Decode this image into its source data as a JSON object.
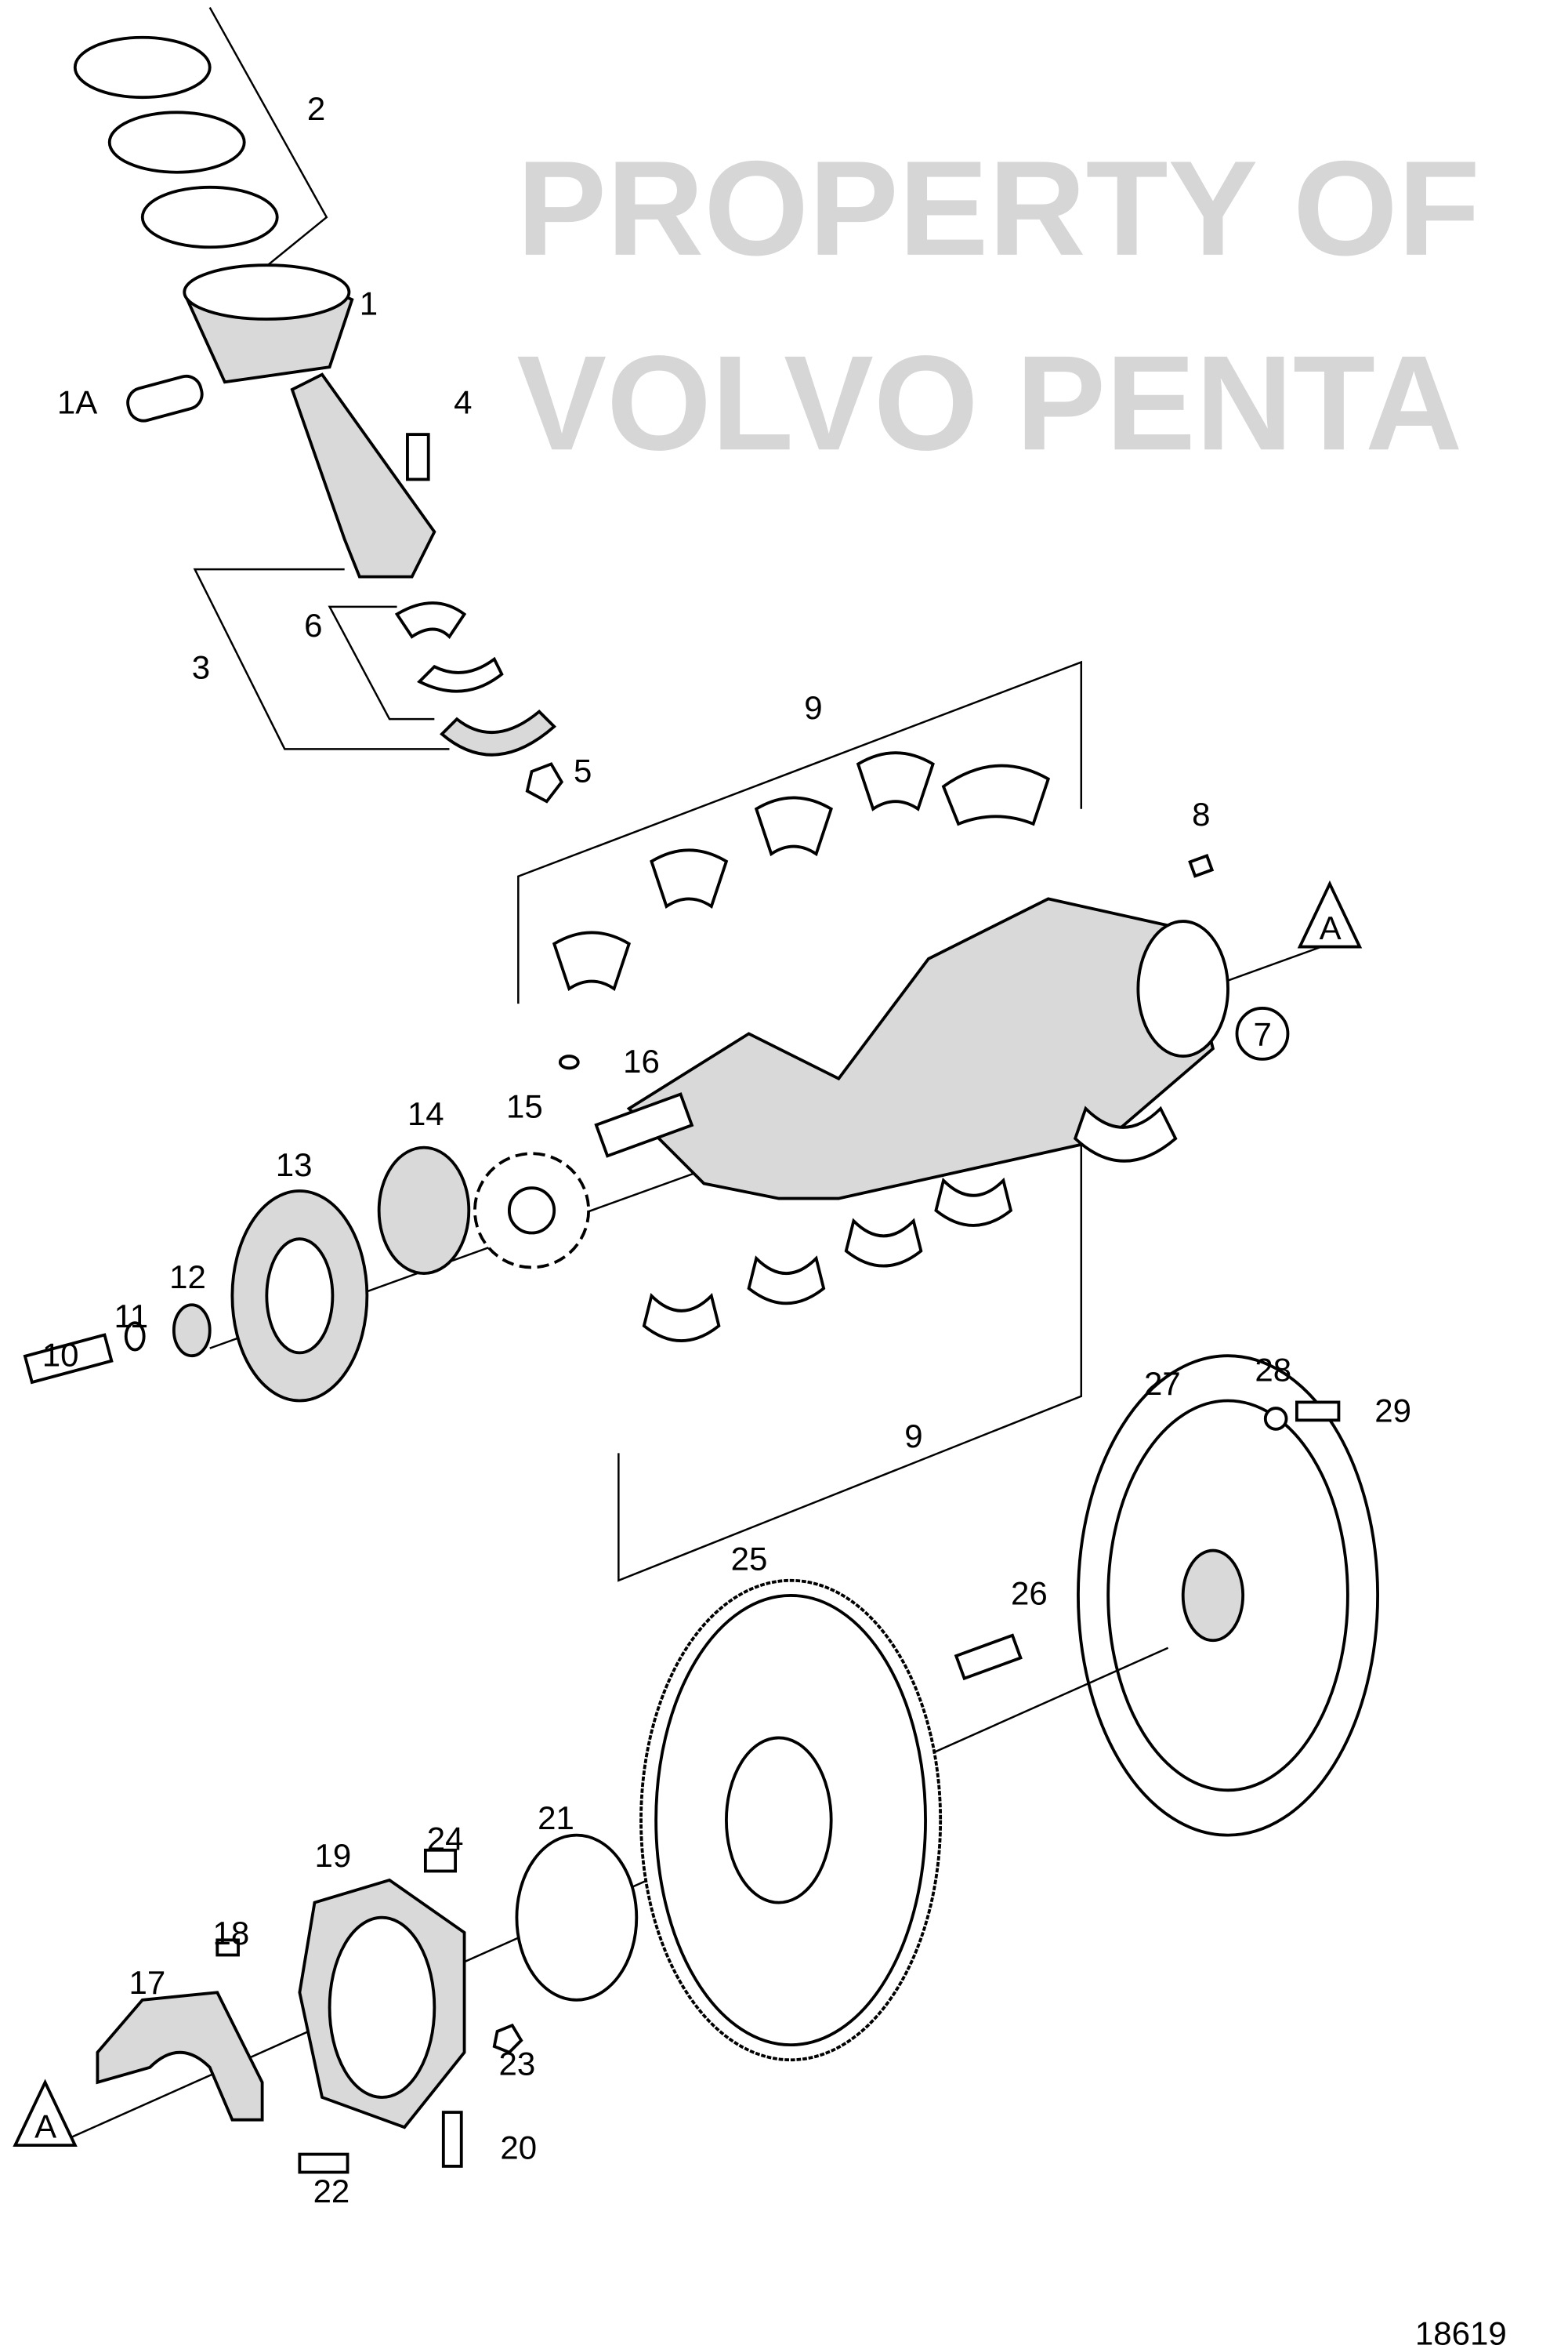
{
  "diagram": {
    "watermark": [
      "PROPERTY OF",
      "VOLVO PENTA"
    ],
    "drawing_number": "18619",
    "section_marker": "A",
    "callouts": [
      "2",
      "1",
      "1A",
      "4",
      "3",
      "6",
      "5",
      "9",
      "8",
      "7",
      "16",
      "15",
      "13",
      "14",
      "12",
      "11",
      "10",
      "9",
      "27",
      "28",
      "29",
      "25",
      "26",
      "24",
      "21",
      "19",
      "18",
      "17",
      "23",
      "22",
      "20"
    ]
  }
}
